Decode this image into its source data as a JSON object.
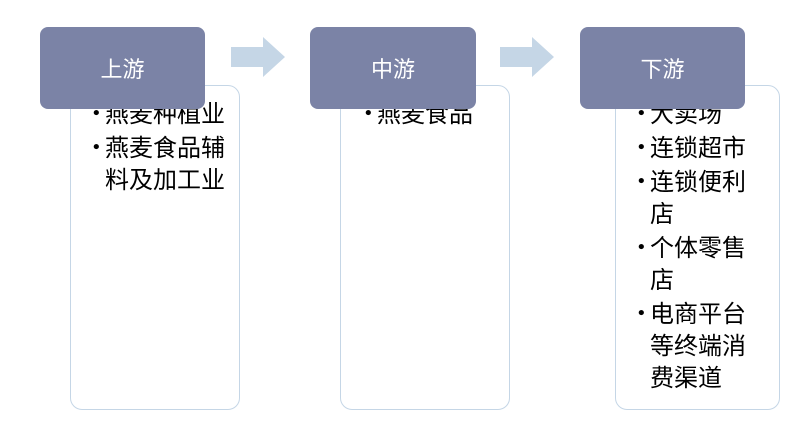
{
  "stages": [
    {
      "title": "上游",
      "items": [
        "燕麦种植业",
        "燕麦食品辅料及加工业"
      ]
    },
    {
      "title": "中游",
      "items": [
        "燕麦食品"
      ]
    },
    {
      "title": "下游",
      "items": [
        "大卖场",
        "连锁超市",
        "连锁便利店",
        "个体零售店",
        "电商平台等终端消费渠道"
      ]
    }
  ],
  "colors": {
    "header_bg": "#7b83a6",
    "panel_border": "#c5d6e6",
    "arrow_fill": "#c5d6e6"
  }
}
